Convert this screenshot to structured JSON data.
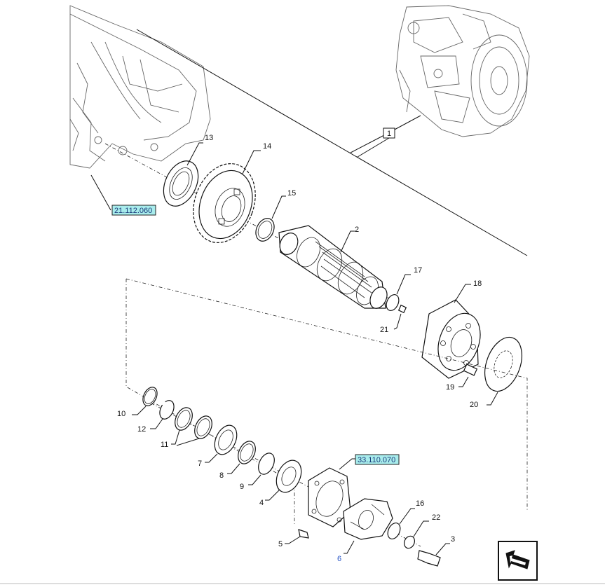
{
  "callouts": {
    "c1": "1",
    "c2": "2",
    "c3": "3",
    "c4": "4",
    "c5": "5",
    "c6": "6",
    "c7": "7",
    "c8": "8",
    "c9": "9",
    "c10": "10",
    "c11": "11",
    "c12": "12",
    "c13": "13",
    "c14": "14",
    "c15": "15",
    "c16": "16",
    "c17": "17",
    "c18": "18",
    "c19": "19",
    "c20": "20",
    "c21": "21",
    "c22": "22"
  },
  "references": {
    "ref_top": "21.112.060",
    "ref_bottom": "33.110.070"
  },
  "colors": {
    "reference_box": "#a8ecec",
    "highlight_link": "#2a56c6"
  },
  "icons": {
    "navigation": "back-arrow-icon"
  }
}
